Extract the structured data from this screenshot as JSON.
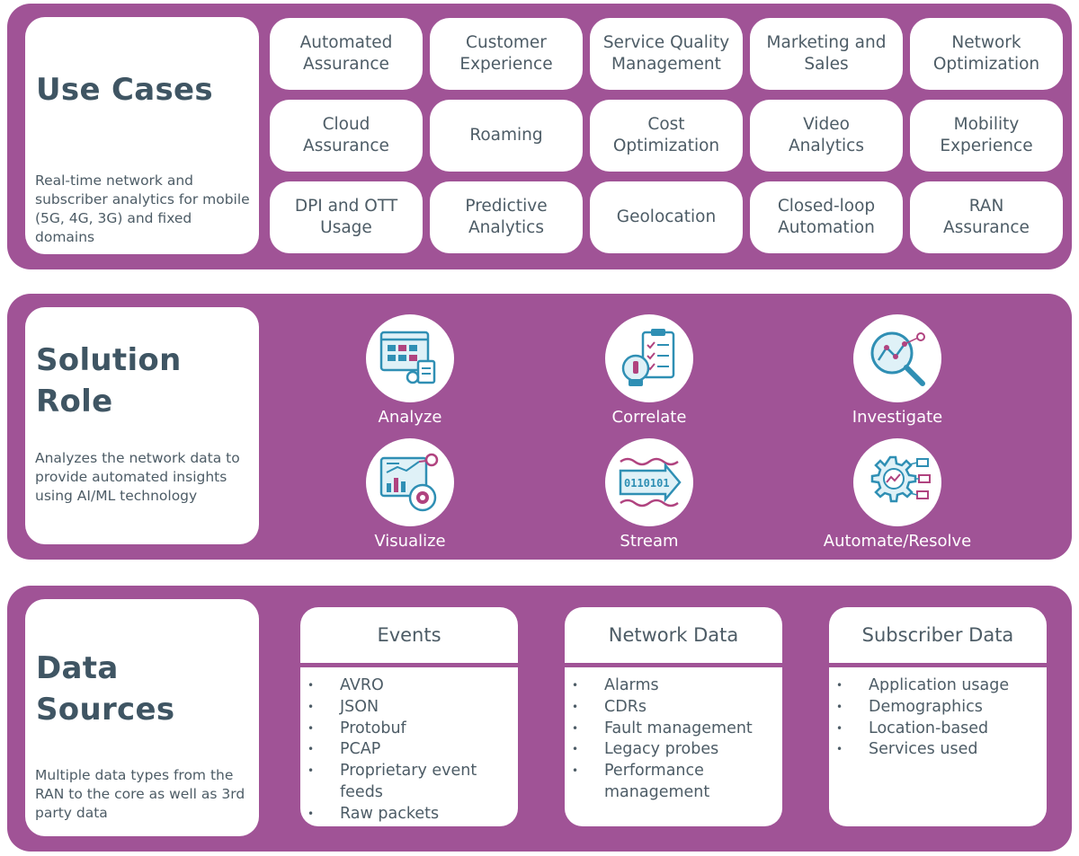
{
  "use_cases": {
    "title": "Use Cases",
    "description": "Real-time network and subscriber analytics for mobile (5G, 4G, 3G) and fixed domains",
    "items": [
      "Automated\nAssurance",
      "Customer\nExperience",
      "Service Quality\nManagement",
      "Marketing and\nSales",
      "Network\nOptimization",
      "Cloud\nAssurance",
      "Roaming",
      "Cost\nOptimization",
      "Video\nAnalytics",
      "Mobility\nExperience",
      "DPI and OTT\nUsage",
      "Predictive\nAnalytics",
      "Geolocation",
      "Closed-loop\nAutomation",
      "RAN\nAssurance"
    ]
  },
  "solution_role": {
    "title_line1": "Solution",
    "title_line2": "Role",
    "description": "Analyzes the network data to provide automated insights using AI/ML technology",
    "roles": [
      {
        "label": "Analyze",
        "icon": "analyze-dashboard-icon"
      },
      {
        "label": "Correlate",
        "icon": "correlate-clipboard-icon"
      },
      {
        "label": "Investigate",
        "icon": "investigate-magnifier-icon"
      },
      {
        "label": "Visualize",
        "icon": "visualize-chart-icon"
      },
      {
        "label": "Stream",
        "icon": "stream-binary-icon"
      },
      {
        "label": "Automate/Resolve",
        "icon": "automate-gear-icon"
      }
    ],
    "colors": {
      "icon_blue": "#2f8fb4",
      "icon_pink": "#b0437f"
    }
  },
  "data_sources": {
    "title_line1": "Data",
    "title_line2": "Sources",
    "description": "Multiple data types from the RAN to the core as well as 3rd party data",
    "cards": [
      {
        "title": "Events",
        "items": [
          "AVRO",
          "JSON",
          "Protobuf",
          "PCAP",
          "Proprietary event",
          "feeds",
          "Raw packets"
        ],
        "bullets": [
          true,
          true,
          true,
          true,
          true,
          false,
          true
        ]
      },
      {
        "title": "Network Data",
        "items": [
          "Alarms",
          "CDRs",
          "Fault management",
          "Legacy probes",
          "Performance",
          "management"
        ],
        "bullets": [
          true,
          true,
          true,
          true,
          true,
          false
        ]
      },
      {
        "title": "Subscriber Data",
        "items": [
          "Application usage",
          "Demographics",
          "Location-based",
          "Services used"
        ],
        "bullets": [
          true,
          true,
          true,
          true
        ]
      }
    ]
  },
  "colors": {
    "panel": "#a05396",
    "title_text": "#3f5563",
    "body_text": "#4d5c66"
  }
}
